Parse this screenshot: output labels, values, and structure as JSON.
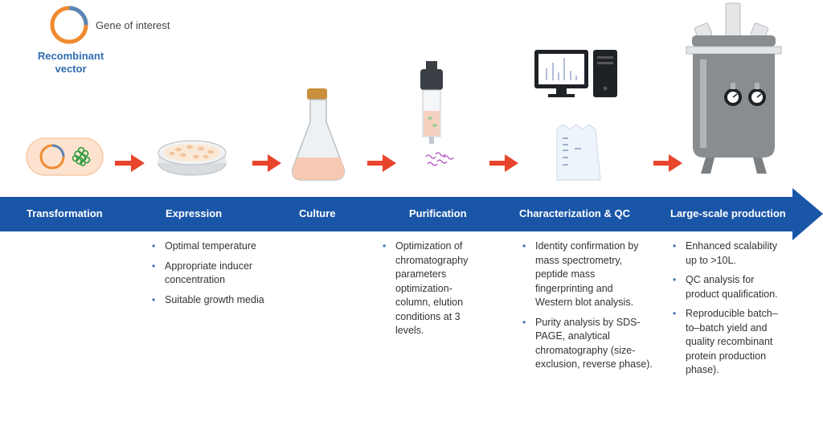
{
  "legend": {
    "gene_of_interest": "Gene of interest",
    "vector_label": "Recombinant vector"
  },
  "stages": [
    {
      "id": "transformation",
      "label": "Transformation",
      "notes": []
    },
    {
      "id": "expression",
      "label": "Expression",
      "notes": [
        "Optimal temperature",
        "Appropriate inducer concentration",
        "Suitable growth media"
      ]
    },
    {
      "id": "culture",
      "label": "Culture",
      "notes": []
    },
    {
      "id": "purification",
      "label": "Purification",
      "notes": [
        "Optimization of chromatography parameters optimization- column, elution conditions at 3 levels."
      ]
    },
    {
      "id": "characterization",
      "label": "Characterization & QC",
      "notes": [
        "Identity confirmation by mass spectrometry, peptide mass fingerprinting and Western blot analysis.",
        "Purity analysis by SDS-PAGE, analytical chromatography (size-exclusion, reverse phase)."
      ]
    },
    {
      "id": "large-scale",
      "label": "Large-scale production",
      "notes": [
        "Enhanced scalability up to >10L.",
        "QC analysis for product qualification.",
        "Reproducible batch–to–batch yield and quality recombinant protein production phase)."
      ]
    }
  ],
  "colors": {
    "arrow_blue": "#1a56a8",
    "step_arrow": "#e8452c",
    "accent_blue": "#2f6db3",
    "plasmid_orange": "#f08a30"
  }
}
